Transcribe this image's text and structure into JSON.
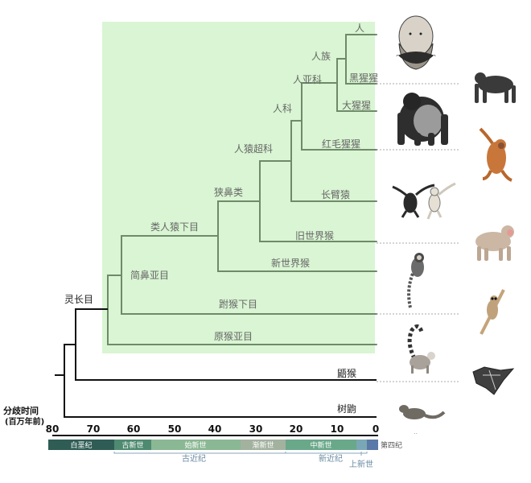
{
  "clades": {
    "ren": "人",
    "renzu": "人族",
    "heixingxing": "黑猩猩",
    "renyake": "人亚科",
    "daxingxing": "大猩猩",
    "renke": "人科",
    "hongmao": "红毛猩猩",
    "renyuanchaoke": "人猿超科",
    "changbiyuan": "长臂猿",
    "xiabilei": "狭鼻类",
    "jiushijie": "旧世界猴",
    "leirenyuan": "类人猿下目",
    "xinshijie": "新世界猴",
    "jianbiyamu": "简鼻亚目",
    "yuanhou": "跗猴下目",
    "yuanhouyamu": "原猴亚目",
    "lingzhangmu": "灵长目",
    "pihou": "鼯猴",
    "shuqu": "树鼩"
  },
  "axis": {
    "title_line1": "分歧时间",
    "title_line2": "(百万年前)",
    "ticks": [
      "80",
      "70",
      "60",
      "50",
      "40",
      "30",
      "20",
      "10",
      "0"
    ]
  },
  "epochs": {
    "baie": "白垩纪",
    "guxinshi": "古新世",
    "shixinshi": "始新世",
    "jianxinshi": "渐新世",
    "zhongxinshi": "中新世",
    "disiji": "第四纪",
    "gujinji": "古近纪",
    "xinjinji": "新近纪",
    "shangxinshi": "上新世"
  },
  "colors": {
    "highlight_bg": "#d9f5d3",
    "primate_branch": "#6f8a69",
    "outgroup_branch": "#111111",
    "cretaceous": "#2f5d55",
    "paleocene": "#4e8a70",
    "eocene": "#8bb894",
    "oligocene": "#a3b29f",
    "miocene": "#6aa88a",
    "pliocene": "#7aa7b5",
    "quaternary": "#5a78a8"
  },
  "misc": {
    "dots": ".."
  }
}
